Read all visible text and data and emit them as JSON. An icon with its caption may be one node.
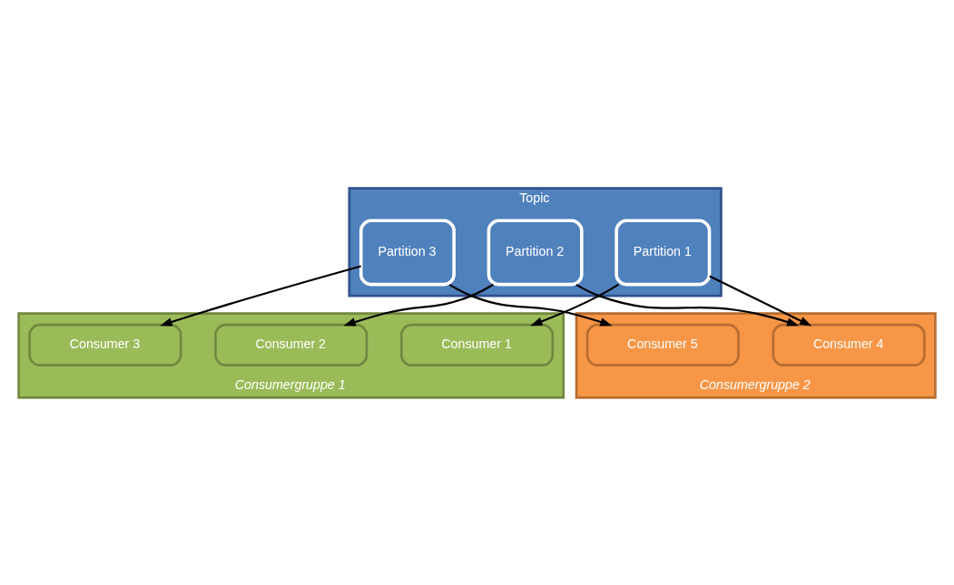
{
  "diagram": {
    "nodes": [
      {
        "text": [
          "Topic"
        ]
      },
      {
        "text": [
          "Partition 1"
        ],
        "in": 0
      },
      {
        "text": [
          "Partition 2"
        ],
        "in": 0
      },
      {
        "text": [
          "Partition 3"
        ],
        "in": 0
      },
      {
        "text": [
          "Consumergruppe 1"
        ]
      },
      {
        "text": [
          "Consumer 1"
        ],
        "in": 4
      },
      {
        "text": [
          "Consumer 2"
        ],
        "in": 4
      },
      {
        "text": [
          "Consumer 3"
        ],
        "in": 4
      },
      {
        "text": [
          "Consumergruppe 2"
        ]
      },
      {
        "text": [
          "Consumer 4"
        ],
        "in": 8
      },
      {
        "text": [
          "Consumer 5"
        ],
        "in": 8
      }
    ],
    "edges": [
      {
        "from": 1,
        "to": 5,
        "arrow": "to"
      },
      {
        "from": 1,
        "to": 9,
        "arrow": "to"
      },
      {
        "from": 2,
        "to": 6,
        "arrow": "to"
      },
      {
        "from": 2,
        "to": 9,
        "arrow": "to"
      },
      {
        "from": 3,
        "to": 7,
        "arrow": "to"
      },
      {
        "from": 3,
        "to": 10,
        "arrow": "to"
      }
    ]
  }
}
